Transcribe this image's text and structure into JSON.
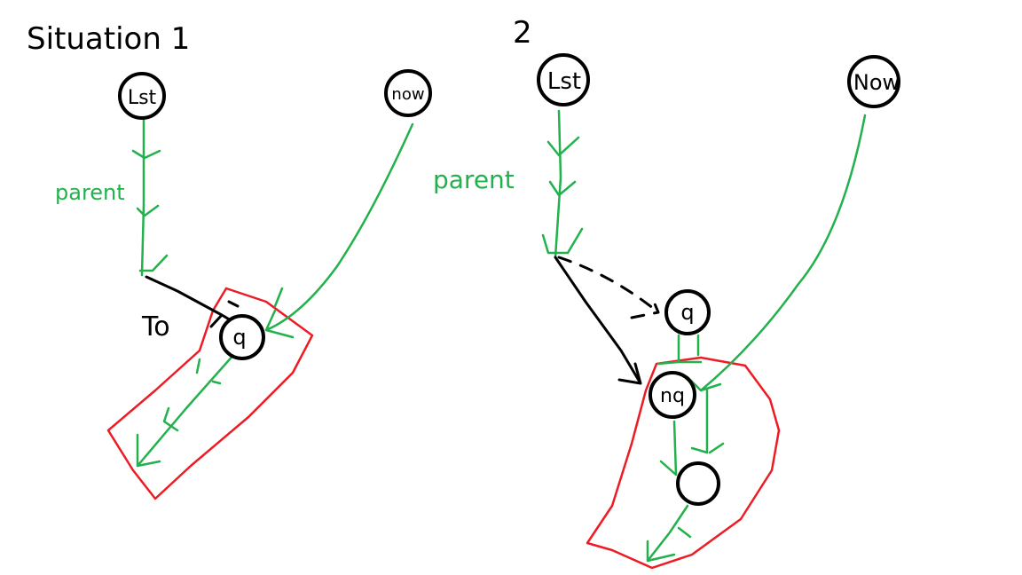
{
  "situation1": {
    "title": "Situation 1",
    "nodes": {
      "lst": "Lst",
      "now": "now",
      "q": "q"
    },
    "edge_label": "parent",
    "annotation": "To"
  },
  "situation2": {
    "title": "2",
    "nodes": {
      "lst": "Lst",
      "now": "Now",
      "q": "q",
      "nq": "nq",
      "empty": ""
    },
    "edge_label": "parent"
  },
  "colors": {
    "ink": "#000000",
    "pointer": "#22b14c",
    "highlight": "#ed1c24"
  }
}
